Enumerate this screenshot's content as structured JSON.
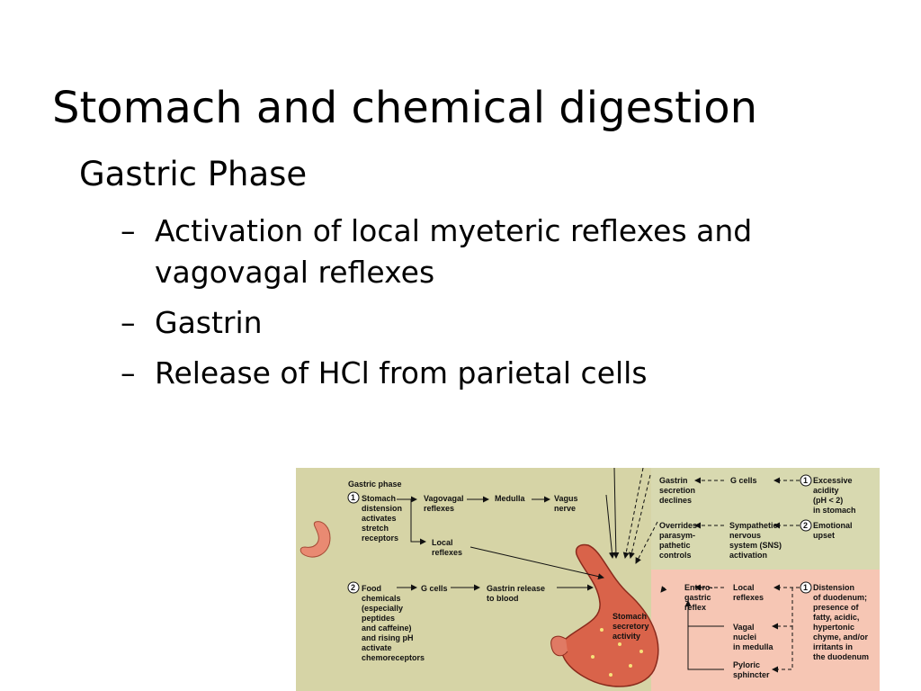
{
  "slide": {
    "title": "Stomach and chemical digestion",
    "subheading": "Gastric Phase",
    "bullets": [
      {
        "dash": "–",
        "text": "Activation of local myeteric reflexes and vagovagal reflexes"
      },
      {
        "dash": "–",
        "text": "Gastrin"
      },
      {
        "dash": "–",
        "text": "Release of HCl from parietal cells"
      }
    ]
  },
  "figure": {
    "colors": {
      "left_bg": "#d6d4a6",
      "right_top_bg": "#d8d9b0",
      "right_bottom_bg": "#f6c6b4",
      "stomach": "#d9634a"
    },
    "panel_title": "Gastric phase",
    "step1_num": "1",
    "step1_text": [
      "Stomach",
      "distension",
      "activates",
      "stretch",
      "receptors"
    ],
    "vagovagal": [
      "Vagovagal",
      "reflexes"
    ],
    "medulla": "Medulla",
    "vagus": [
      "Vagus",
      "nerve"
    ],
    "local_reflexes": [
      "Local",
      "reflexes"
    ],
    "step2_num": "2",
    "step2_text": [
      "Food",
      "chemicals",
      "(especially",
      "peptides",
      "and caffeine)",
      "and rising pH",
      "activate",
      "chemoreceptors"
    ],
    "g_cells": "G cells",
    "gastrin_release": [
      "Gastrin release",
      "to blood"
    ],
    "stomach_label": [
      "Stomach",
      "secretory",
      "activity"
    ],
    "gastrin_declines": [
      "Gastrin",
      "secretion",
      "declines"
    ],
    "g_cells_2": "G cells",
    "excessive_num": "1",
    "excessive_acidity": [
      "Excessive",
      "acidity",
      "(pH < 2)",
      "in stomach"
    ],
    "overrides": [
      "Overrides",
      "parasym-",
      "pathetic",
      "controls"
    ],
    "sympathetic": [
      "Sympathetic",
      "nervous",
      "system (SNS)",
      "activation"
    ],
    "emotional_num": "2",
    "emotional_upset": [
      "Emotional",
      "upset"
    ],
    "enterogastric": [
      "Entero-",
      "gastric",
      "reflex"
    ],
    "local_reflexes_2": [
      "Local",
      "reflexes"
    ],
    "distension_num": "1",
    "distension_duodenum": [
      "Distension",
      "of duodenum;",
      "presence of",
      "fatty, acidic,",
      "hypertonic",
      "chyme, and/or",
      "irritants in",
      "the duodenum"
    ],
    "vagal_nuclei": [
      "Vagal",
      "nuclei",
      "in medulla"
    ],
    "pyloric": [
      "Pyloric",
      "sphincter"
    ]
  }
}
